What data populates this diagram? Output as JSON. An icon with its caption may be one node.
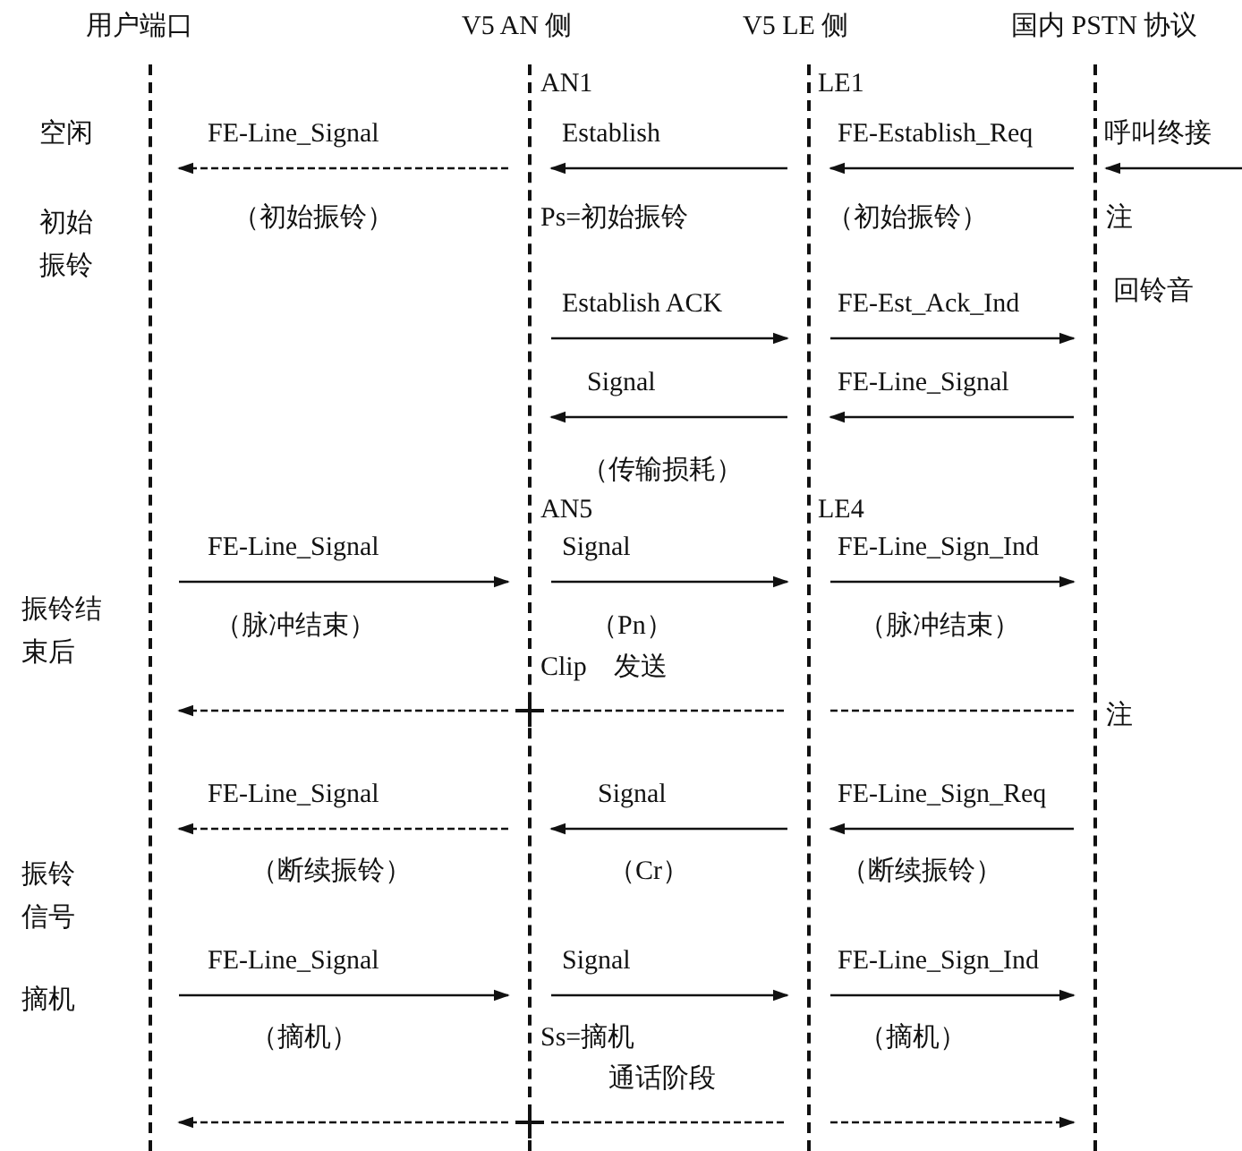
{
  "diagram": {
    "nodes": [
      {
        "text": [
          "用户端口"
        ]
      },
      {
        "text": [
          "V5 AN 侧"
        ]
      },
      {
        "text": [
          "V5 LE 侧"
        ]
      },
      {
        "text": [
          "国内 PSTN 协议"
        ]
      }
    ],
    "edges": [
      {
        "from": 1,
        "to": 0,
        "arrow": "to",
        "style": "dashed",
        "label": "FE-Line_Signal"
      },
      {
        "from": 2,
        "to": 1,
        "arrow": "to",
        "label": "Establish"
      },
      {
        "from": 3,
        "to": 2,
        "arrow": "to",
        "label": "FE-Establish_Req"
      },
      {
        "from": null,
        "to": 3,
        "arrow": "to"
      },
      {
        "from": 1,
        "to": 2,
        "arrow": "to",
        "label": "Establish ACK"
      },
      {
        "from": 2,
        "to": 3,
        "arrow": "to",
        "label": "FE-Est_Ack_Ind"
      },
      {
        "from": 2,
        "to": 1,
        "arrow": "to",
        "label": "Signal"
      },
      {
        "from": 3,
        "to": 2,
        "arrow": "to",
        "label": "FE-Line_Signal"
      },
      {
        "from": 0,
        "to": 1,
        "arrow": "to",
        "label": "FE-Line_Signal"
      },
      {
        "from": 1,
        "to": 2,
        "arrow": "to",
        "label": "Signal"
      },
      {
        "from": 2,
        "to": 3,
        "arrow": "to",
        "label": "FE-Line_Sign_Ind"
      },
      {
        "from": 1,
        "to": 0,
        "arrow": "to",
        "style": "dashed"
      },
      {
        "from": 1,
        "to": 2,
        "arrow": "none",
        "style": "dashed"
      },
      {
        "from": 2,
        "to": 3,
        "arrow": "none",
        "style": "dashed"
      },
      {
        "from": 1,
        "to": 0,
        "arrow": "to",
        "style": "dashed",
        "label": "FE-Line_Signal"
      },
      {
        "from": 2,
        "to": 1,
        "arrow": "to",
        "label": "Signal"
      },
      {
        "from": 3,
        "to": 2,
        "arrow": "to",
        "label": "FE-Line_Sign_Req"
      },
      {
        "from": 0,
        "to": 1,
        "arrow": "to",
        "label": "FE-Line_Signal"
      },
      {
        "from": 1,
        "to": 2,
        "arrow": "to",
        "label": "Signal"
      },
      {
        "from": 2,
        "to": 3,
        "arrow": "to",
        "label": "FE-Line_Sign_Ind"
      },
      {
        "from": 1,
        "to": 0,
        "arrow": "to",
        "style": "dashed"
      },
      {
        "from": 1,
        "to": 2,
        "arrow": "none",
        "style": "dashed"
      },
      {
        "from": 2,
        "to": 3,
        "arrow": "to",
        "style": "dashed"
      }
    ],
    "labels": [
      "AN1",
      "LE1",
      "空闲",
      "呼叫终接",
      "初始振铃",
      "（初始振铃）",
      "Ps=初始振铃",
      "（初始振铃）",
      "注",
      "回铃音",
      "（传输损耗）",
      "AN5",
      "LE4",
      "振铃结束后",
      "（脉冲结束）",
      "（Pn）",
      "（脉冲结束）",
      "Clip　发送",
      "注",
      "振铃信号",
      "（断续振铃）",
      "（Cr）",
      "（断续振铃）",
      "摘机",
      "（摘机）",
      "Ss=摘机",
      "（摘机）",
      "通话阶段"
    ]
  }
}
